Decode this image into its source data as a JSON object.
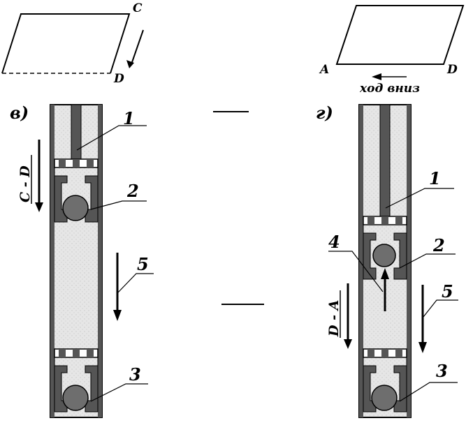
{
  "top_left": {
    "points": [
      "C",
      "D"
    ]
  },
  "top_right": {
    "points": [
      "A",
      "D"
    ],
    "caption": "ход вниз"
  },
  "panel_v": {
    "label": "в)",
    "stroke_label": "C - D",
    "callouts": [
      "1",
      "2",
      "5",
      "3"
    ]
  },
  "panel_g": {
    "label": "г)",
    "stroke_label": "D - A",
    "callouts": [
      "1",
      "4",
      "2",
      "5",
      "3"
    ]
  },
  "colors": {
    "wall": "#555555",
    "fluid": "#e5e5e5",
    "ball": "#6e6e6e",
    "outline": "#000000"
  }
}
